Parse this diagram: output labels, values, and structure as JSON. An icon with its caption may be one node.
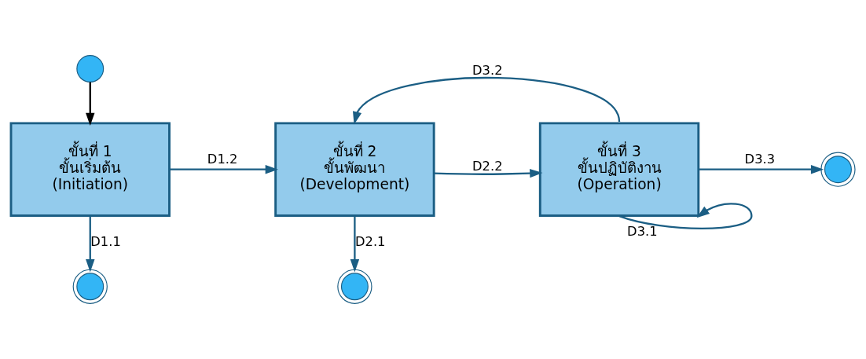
{
  "diagram": {
    "nodes": [
      {
        "text": [],
        "shape": "circle"
      },
      {
        "text": [
          "ขั้นที่ 1",
          "ขั้นเริ่มต้น",
          "(Initiation)"
        ]
      },
      {
        "text": [
          "ขั้นที่ 2",
          "ขั้นพัฒนา",
          "(Development)"
        ]
      },
      {
        "text": [
          "ขั้นที่ 3",
          "ขั้นปฏิบัติงาน",
          "(Operation)"
        ]
      },
      {
        "text": [],
        "shape": "circle"
      },
      {
        "text": [],
        "shape": "circle"
      },
      {
        "text": [],
        "shape": "circle"
      }
    ],
    "edges": [
      {
        "from": 0,
        "to": 1,
        "arrow": "to",
        "color": "#000000"
      },
      {
        "from": 1,
        "to": 2,
        "arrow": "to",
        "label": "D1.2"
      },
      {
        "from": 1,
        "to": 4,
        "arrow": "to",
        "label": "D1.1"
      },
      {
        "from": 2,
        "to": 3,
        "arrow": "to",
        "label": "D2.2"
      },
      {
        "from": 2,
        "to": 5,
        "arrow": "to",
        "label": "D2.1"
      },
      {
        "from": 3,
        "to": 2,
        "arrow": "to",
        "label": "D3.2"
      },
      {
        "from": 3,
        "to": 3,
        "arrow": "to",
        "label": "D3.1"
      },
      {
        "from": 3,
        "to": 6,
        "arrow": "to",
        "label": "D3.3"
      }
    ]
  }
}
